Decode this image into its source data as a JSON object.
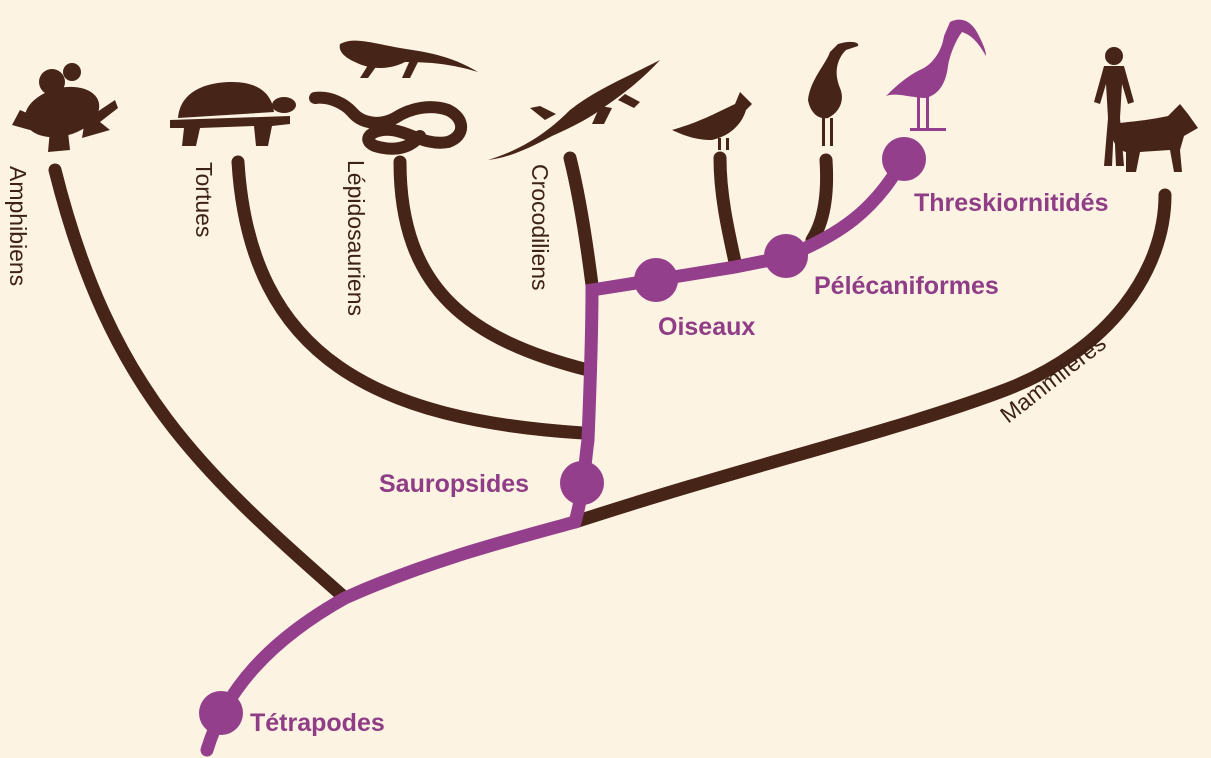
{
  "colors": {
    "background": "#fdf3e3",
    "lineage": "#472418",
    "highlight": "#943f8c"
  },
  "taxa": [
    {
      "key": "amphibiens",
      "label": "Amphibiens",
      "icon": "frog-icon"
    },
    {
      "key": "tortues",
      "label": "Tortues",
      "icon": "tortoise-icon"
    },
    {
      "key": "lepidosauriens",
      "label": "Lépidosauriens",
      "icon": "lizard-snake-icon"
    },
    {
      "key": "crocodiliens",
      "label": "Crocodiliens",
      "icon": "crocodile-icon"
    },
    {
      "key": "mammiferes",
      "label": "Mammifères",
      "icon": "human-wolf-icon"
    }
  ],
  "birds": [
    {
      "key": "passereau",
      "icon": "cardinal-icon"
    },
    {
      "key": "heron",
      "icon": "heron-icon"
    },
    {
      "key": "ibis",
      "icon": "ibis-icon"
    }
  ],
  "clades": [
    {
      "key": "tetrapodes",
      "label": "Tétrapodes"
    },
    {
      "key": "sauropsides",
      "label": "Sauropsides"
    },
    {
      "key": "oiseaux",
      "label": "Oiseaux"
    },
    {
      "key": "pelecaniformes",
      "label": "Pélécaniformes"
    },
    {
      "key": "threskiornitides",
      "label": "Threskiornitidés"
    }
  ]
}
